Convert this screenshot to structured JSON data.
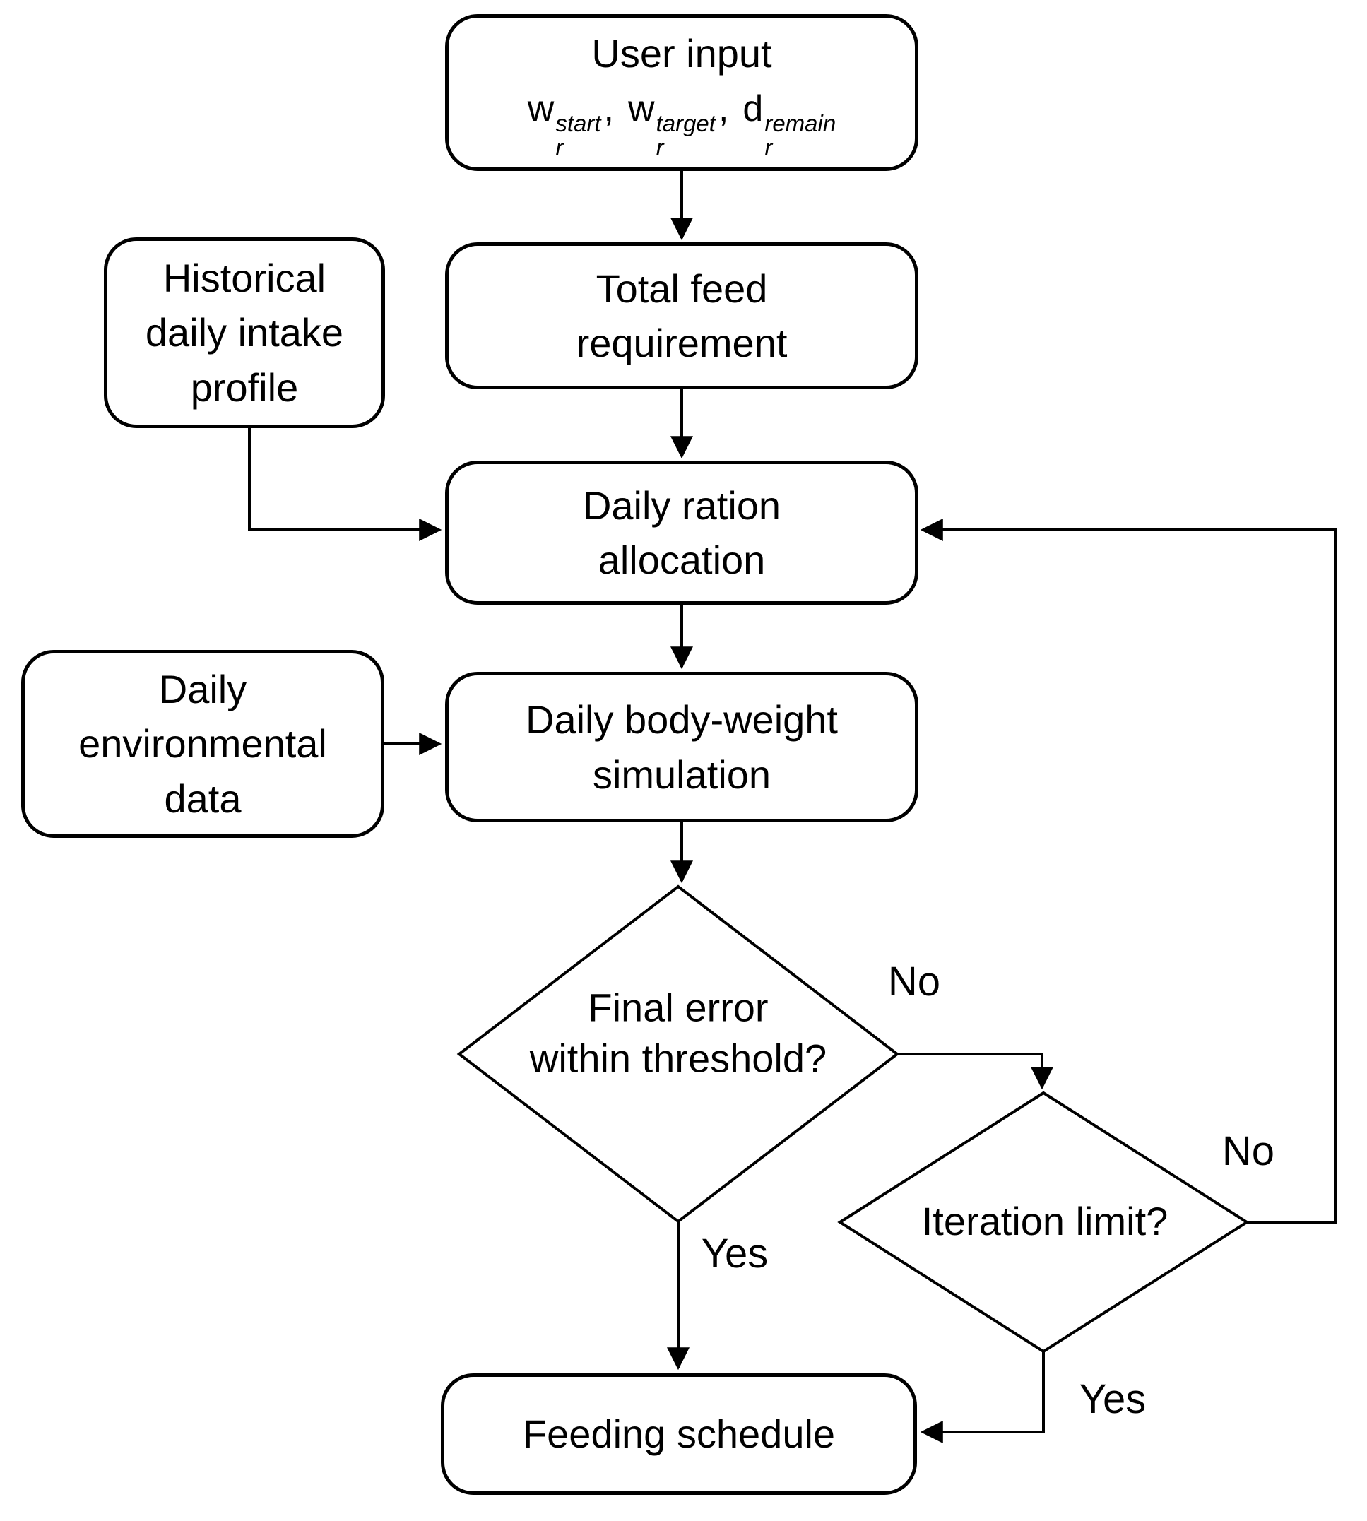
{
  "palette": {
    "background": "#ffffff",
    "line": "#000000",
    "node_fill": "#ffffff",
    "text": "#000000"
  },
  "nodes": {
    "user_input": {
      "title": "User input",
      "separator": ",",
      "formula": [
        {
          "base": "w",
          "sub": "r",
          "sup": "start"
        },
        {
          "base": "w",
          "sub": "r",
          "sup": "target"
        },
        {
          "base": "d",
          "sub": "r",
          "sup": "remain"
        }
      ]
    },
    "total_feed": {
      "lines": [
        "Total feed",
        "requirement"
      ]
    },
    "historical": {
      "lines": [
        "Historical",
        "daily intake",
        "profile"
      ]
    },
    "daily_ration": {
      "lines": [
        "Daily ration",
        "allocation"
      ]
    },
    "environmental": {
      "lines": [
        "Daily",
        "environmental",
        "data"
      ]
    },
    "body_weight": {
      "lines": [
        "Daily body-weight",
        "simulation"
      ]
    },
    "final_error": {
      "lines": [
        "Final error",
        "within threshold?"
      ]
    },
    "iteration_limit": {
      "lines": [
        "Iteration limit?"
      ]
    },
    "feeding_schedule": {
      "lines": [
        "Feeding schedule"
      ]
    }
  },
  "edge_labels": {
    "final_error_no": "No",
    "final_error_yes": "Yes",
    "iteration_limit_no": "No",
    "iteration_limit_yes": "Yes"
  }
}
